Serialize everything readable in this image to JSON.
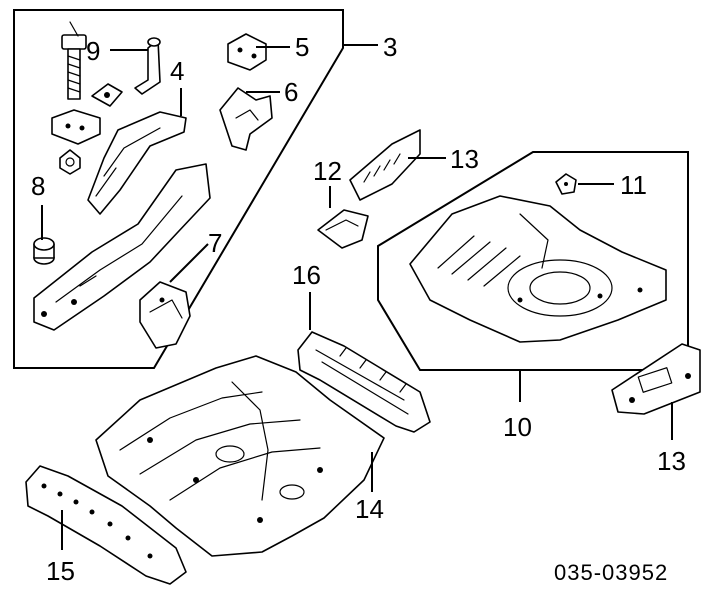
{
  "callouts": {
    "c1": "9",
    "c2": "5",
    "c3": "3",
    "c4": "4",
    "c5": "6",
    "c6": "8",
    "c7": "7",
    "c8": "12",
    "c9": "13",
    "c10": "11",
    "c11": "16",
    "c12": "10",
    "c13": "13",
    "c14": "14",
    "c15": "15"
  },
  "part_code": "035-03952"
}
